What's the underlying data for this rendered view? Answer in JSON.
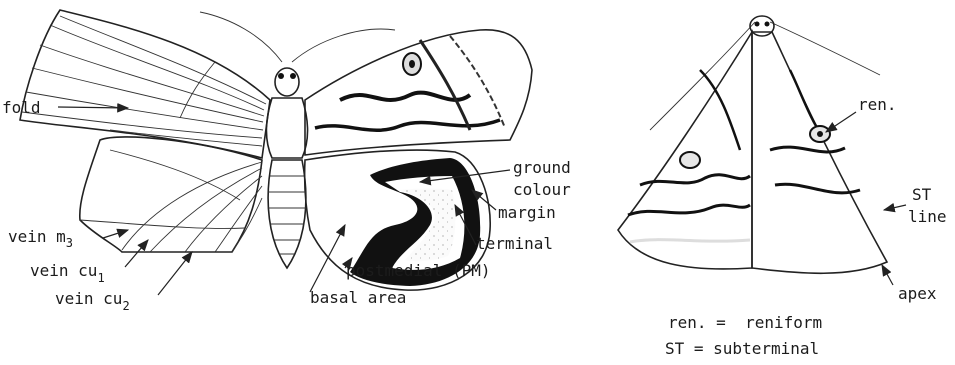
{
  "labels": {
    "fold": "fold",
    "vein_m": "vein m",
    "vein_m_sub": "3",
    "vein_cu1": "vein cu",
    "vein_cu1_sub": "1",
    "vein_cu2": "vein cu",
    "vein_cu2_sub": "2",
    "ground_line1": "ground",
    "ground_line2": "colour",
    "margin": "margin",
    "terminal": "terminal",
    "postmedial": "postmedial (PM)",
    "basal": "basal area",
    "ren": "ren.",
    "st_line1": "ST",
    "st_line2": "line",
    "apex": "apex"
  },
  "legend": {
    "line1": "ren. =  reniform",
    "line2": "ST = subterminal"
  }
}
